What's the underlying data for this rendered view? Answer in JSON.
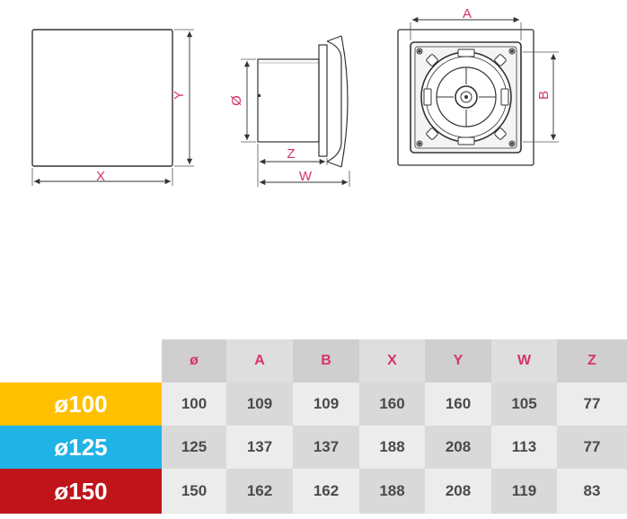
{
  "dimension_letters": {
    "front_width": "X",
    "front_height": "Y",
    "side_diameter": "Ø",
    "side_depth": "Z",
    "side_width": "W",
    "rear_a": "A",
    "rear_b": "B"
  },
  "table": {
    "columns": [
      "ø",
      "A",
      "B",
      "X",
      "Y",
      "W",
      "Z"
    ],
    "rows": [
      {
        "label": "ø100",
        "color": "#ffc000",
        "values": [
          "100",
          "109",
          "109",
          "160",
          "160",
          "105",
          "77"
        ]
      },
      {
        "label": "ø125",
        "color": "#1fb3e6",
        "values": [
          "125",
          "137",
          "137",
          "188",
          "208",
          "113",
          "77"
        ]
      },
      {
        "label": "ø150",
        "color": "#c0141b",
        "values": [
          "150",
          "162",
          "162",
          "188",
          "208",
          "119",
          "83"
        ]
      }
    ]
  },
  "colors": {
    "accent_pink": "#d6336c",
    "line": "#333333",
    "table_header_bg": "#cfcfcf",
    "table_cell_text": "#4a4a4a"
  }
}
